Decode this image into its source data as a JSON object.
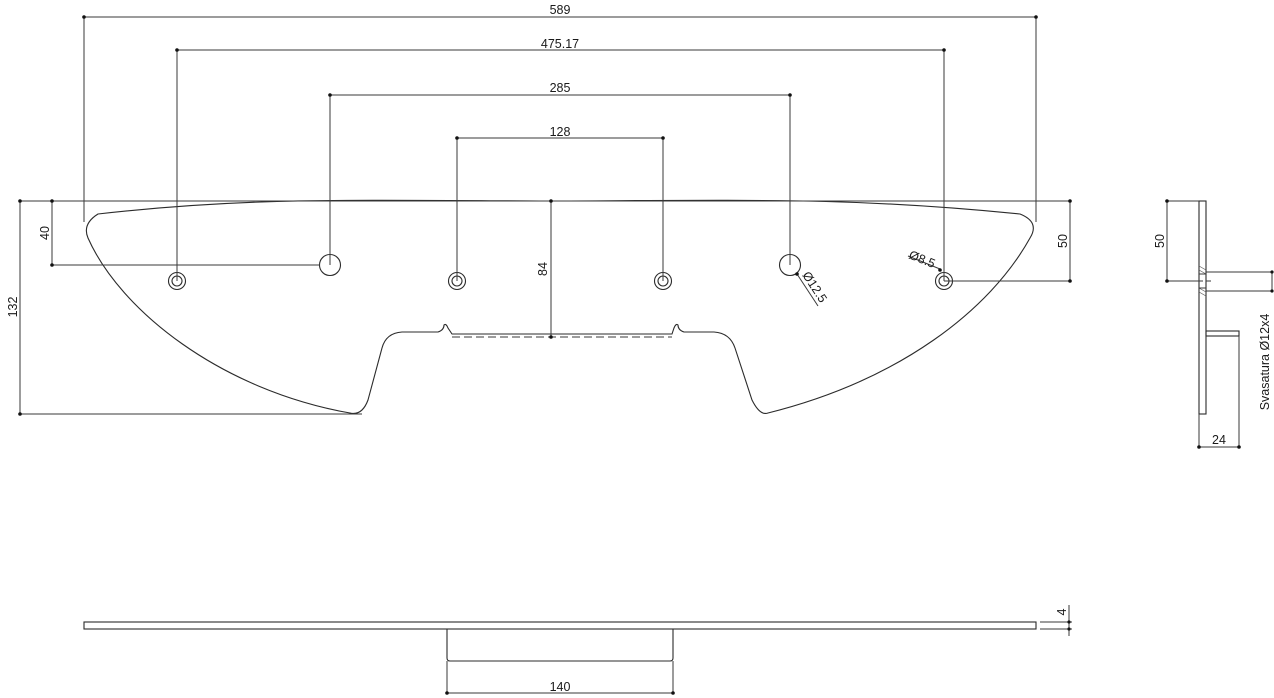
{
  "dimensions": {
    "overall_width": "589",
    "hole_span_outer": "475.17",
    "hole_span_large": "285",
    "hole_span_inner": "128",
    "center_depth": "84",
    "total_height": "132",
    "left_hole_offset": "40",
    "right_hole_offset": "50",
    "small_hole_diameter": "Ø8.5",
    "large_hole_diameter": "Ø12.5",
    "side_hole_offset": "50",
    "side_bracket_depth": "24",
    "countersink_note": "Svasatura Ø12x4",
    "plate_thickness": "4",
    "bracket_width": "140"
  }
}
